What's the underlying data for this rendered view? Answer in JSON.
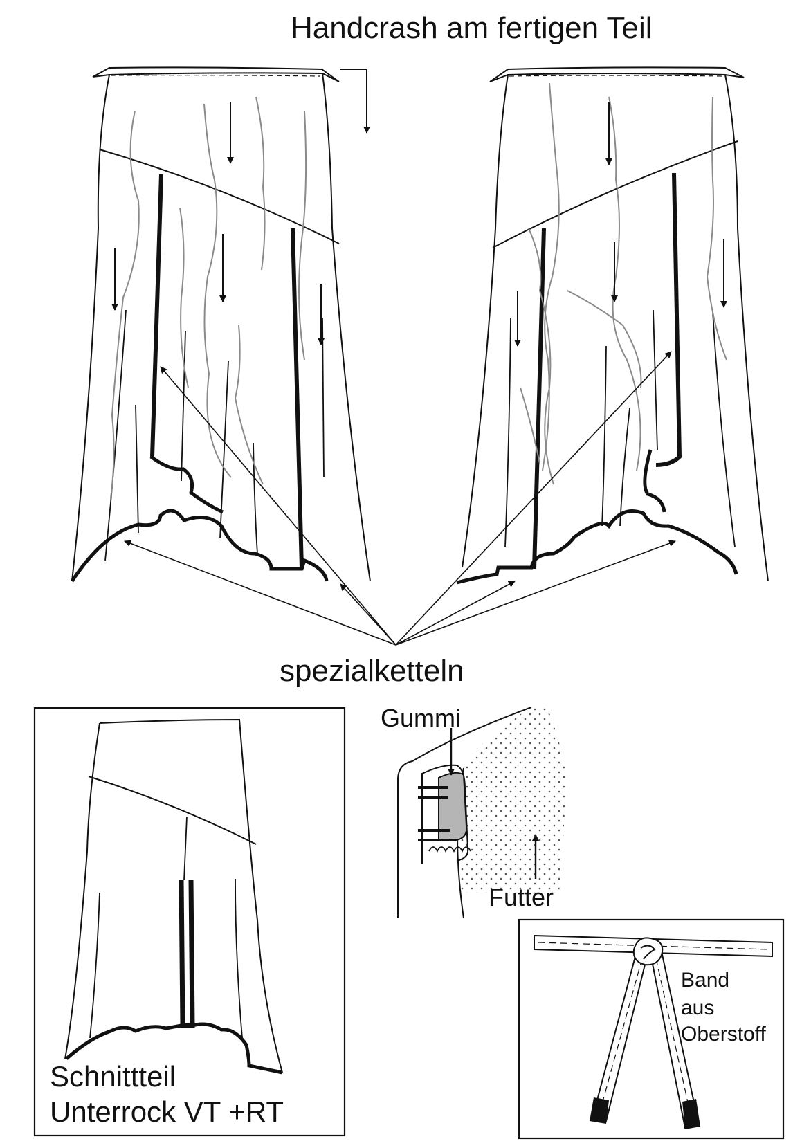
{
  "labels": {
    "title": "Handcrash am fertigen Teil",
    "special_stitch": "spezialketteln",
    "elastic": "Gummi",
    "lining": "Futter",
    "pattern_line1": "Schnittteil",
    "pattern_line2": "Unterrock VT +RT",
    "band_line1": "Band",
    "band_line2": "aus",
    "band_line3": "Oberstoff"
  },
  "colors": {
    "line": "#111111",
    "crinkle": "#8a8a8a",
    "elastic_fill": "#b5b5b5",
    "lining_dots": "#555555"
  }
}
